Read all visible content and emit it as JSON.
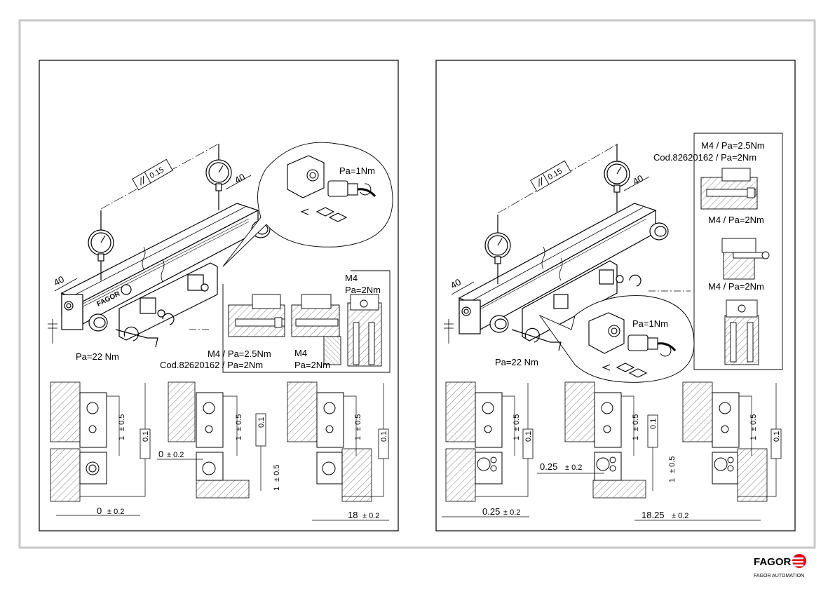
{
  "left_panel": {
    "flatness_tolerance": "0.15",
    "dim_left": "40",
    "dim_right": "40",
    "torque_connector": "Pa=1Nm",
    "torque_mount_screw": "Pa=22 Nm",
    "torque_m4_a": "M4 / Pa=2.5Nm",
    "cod_a": "Cod.82620162 / Pa=2Nm",
    "torque_m4_b_1": "M4",
    "torque_m4_b_2": "Pa=2Nm",
    "torque_m4_c_1": "M4",
    "torque_m4_c_2": "Pa=2Nm",
    "scale_brand": "FAGOR",
    "details": [
      {
        "gap": "1",
        "gap_tol": "± 0.5",
        "par": "0.1",
        "offset": "0",
        "offset_tol": "± 0.2"
      },
      {
        "gap": "1",
        "gap_tol": "± 0.5",
        "par": "0.1",
        "offset": "0",
        "offset_tol": "± 0.2",
        "gap2": "1",
        "gap2_tol": "± 0.5"
      },
      {
        "gap": "1",
        "gap_tol": "± 0.5",
        "par": "0.1",
        "offset": "18",
        "offset_tol": "± 0.2"
      }
    ]
  },
  "right_panel": {
    "flatness_tolerance": "0.15",
    "dim_left": "40",
    "dim_right": "40",
    "torque_connector": "Pa=1Nm",
    "torque_mount_screw": "Pa=22 Nm",
    "torque_m4_a": "M4 / Pa=2.5Nm",
    "cod_a": "Cod.82620162 / Pa=2Nm",
    "torque_m4_b": "M4 / Pa=2Nm",
    "torque_m4_c": "M4 / Pa=2Nm",
    "details": [
      {
        "gap": "1",
        "gap_tol": "± 0.5",
        "par": "0.1",
        "offset": "0.25",
        "offset_tol": "± 0.2"
      },
      {
        "gap": "1",
        "gap_tol": "± 0.5",
        "par": "0.1",
        "offset": "0.25",
        "offset_tol": "± 0.2",
        "gap2": "1",
        "gap2_tol": "± 0.5"
      },
      {
        "gap": "1",
        "gap_tol": "± 0.5",
        "par": "0.1",
        "offset": "18.25",
        "offset_tol": "± 0.2"
      }
    ]
  },
  "footer": {
    "logo": "FAGOR",
    "company": "FAGOR AUTOMATION"
  },
  "colors": {
    "frame": "#c8c8c8",
    "ink": "#000000",
    "brand_red": "#e30613"
  }
}
